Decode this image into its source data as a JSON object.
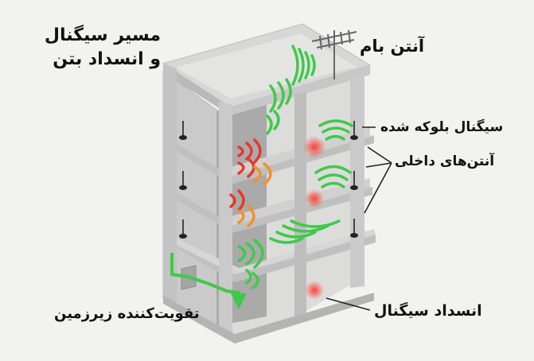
{
  "title": {
    "line1": "مسیر سیگنال",
    "line2": "و انسداد بتن"
  },
  "labels": {
    "roof_antenna": "آنتن بام",
    "blocked_signal": "سیگنال بلوکه شده",
    "indoor_antennas": "آنتن‌های داخلی",
    "signal_obstruction": "انسداد سیگنال",
    "basement_booster": "تقویت‌کننده زیرزمین"
  },
  "colors": {
    "background": "#f2f2f1",
    "concrete": "#cfd0cf",
    "signal_good": "#3fc94a",
    "signal_blocked": "#e8372b",
    "signal_weak": "#f0922b"
  }
}
